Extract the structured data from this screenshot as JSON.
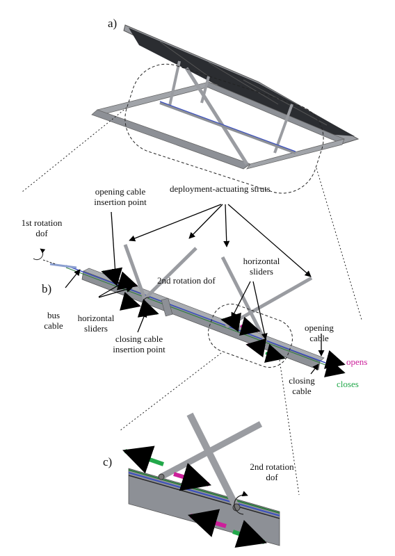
{
  "panels": {
    "a": "a)",
    "b": "b)",
    "c": "c)"
  },
  "labels": {
    "struts": "deployment-actuating struts",
    "opening_insertion_l1": "opening cable",
    "opening_insertion_l2": "insertion point",
    "rot1_l1": "1st rotation",
    "rot1_l2": "dof",
    "rot2": "2nd rotation dof",
    "hsliders_right_l1": "horizontal",
    "hsliders_right_l2": "sliders",
    "bus_l1": "bus",
    "bus_l2": "cable",
    "hsliders_left_l1": "horizontal",
    "hsliders_left_l2": "sliders",
    "closing_insertion_l1": "closing cable",
    "closing_insertion_l2": "insertion point",
    "opening_cable_l1": "opening",
    "opening_cable_l2": "cable",
    "closing_cable_l1": "closing",
    "closing_cable_l2": "cable",
    "opens": "opens",
    "closes": "closes",
    "rot2_c_l1": "2nd rotation",
    "rot2_c_l2": "dof"
  },
  "colors": {
    "opens": "#cc1f9a",
    "closes": "#22a84a",
    "cable_blue": "#3a4fbf",
    "panel_dark": "#2b2d31",
    "frame_gray": "#8d9096"
  }
}
